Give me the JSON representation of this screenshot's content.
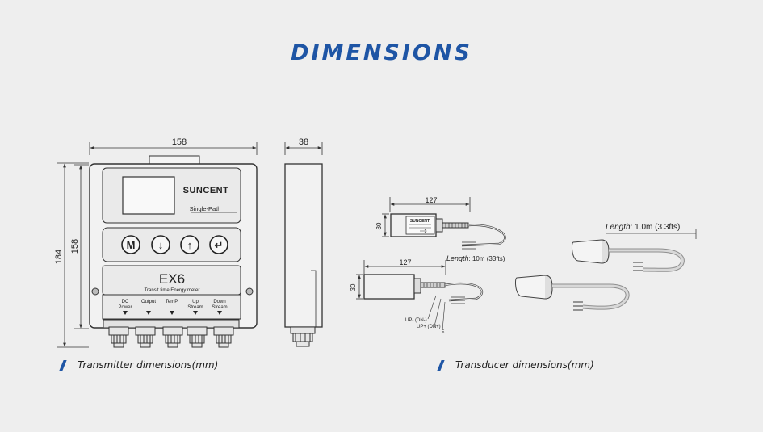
{
  "title": "DIMENSIONS",
  "transmitter": {
    "dim_width": "158",
    "dim_height_outer": "184",
    "dim_height_inner": "158",
    "dim_depth": "38",
    "brand": "SUNCENT",
    "mode": "Single-Path",
    "model": "EX6",
    "subtitle": "Transit time Energy meter",
    "keys": [
      "M",
      "↓",
      "↑",
      "↵"
    ],
    "terminals": [
      {
        "line1": "DC",
        "line2": "Power"
      },
      {
        "line1": "Output",
        "line2": ""
      },
      {
        "line1": "TemP.",
        "line2": ""
      },
      {
        "line1": "Up",
        "line2": "Stream"
      },
      {
        "line1": "Down",
        "line2": "Stream"
      }
    ]
  },
  "transducer": {
    "a_len": "127",
    "a_h": "30",
    "a_brand": "SUNCENT",
    "cable_length_label": "Length",
    "cable_length_value": ": 10m (33fts)",
    "b_len": "127",
    "b_h": "30",
    "wire_up_minus": "UP- (DN-)",
    "wire_up_plus": "UP+ (DN+)",
    "wire_e": "E",
    "clamp_length_label": "Length",
    "clamp_length_value": ": 1.0m (3.3fts)"
  },
  "captions": {
    "transmitter": "Transmitter dimensions(mm)",
    "transducer": "Transducer dimensions(mm)"
  },
  "colors": {
    "accent": "#1e55a5",
    "line": "#333333",
    "background": "#eeeeee"
  }
}
